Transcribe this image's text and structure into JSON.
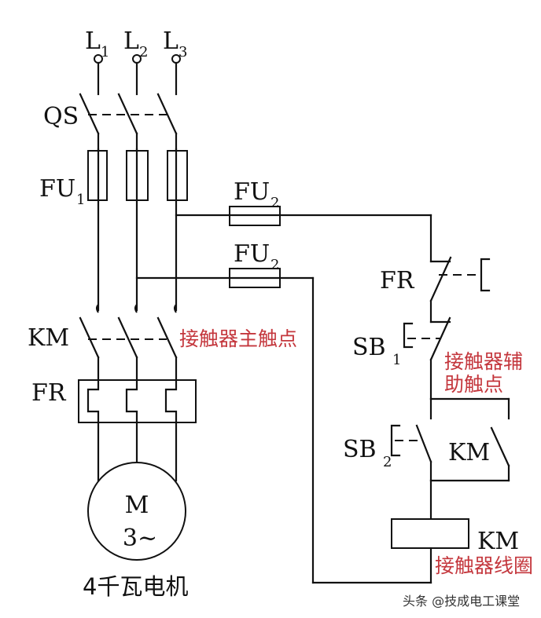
{
  "diagram": {
    "type": "motor-starter-control-circuit",
    "power_lines": [
      {
        "label": "L",
        "sub": "1"
      },
      {
        "label": "L",
        "sub": "2"
      },
      {
        "label": "L",
        "sub": "3"
      }
    ],
    "components": {
      "qs": {
        "label": "QS"
      },
      "fu1": {
        "label": "FU",
        "sub": "1"
      },
      "fu2_top": {
        "label": "FU",
        "sub": "2"
      },
      "fu2_bottom": {
        "label": "FU",
        "sub": "2"
      },
      "km_main": {
        "label": "KM"
      },
      "fr_main": {
        "label": "FR"
      },
      "motor": {
        "label": "M",
        "phase": "3~"
      },
      "fr_contact": {
        "label": "FR"
      },
      "sb1": {
        "label": "SB",
        "sub": "1"
      },
      "sb2": {
        "label": "SB",
        "sub": "2"
      },
      "km_aux": {
        "label": "KM"
      },
      "km_coil": {
        "label": "KM"
      }
    },
    "annotations": {
      "main_contacts": "接触器主触点",
      "aux_contacts_line1": "接触器辅",
      "aux_contacts_line2": "助触点",
      "coil": "接触器线圈",
      "motor_caption": "4千瓦电机"
    },
    "watermark": "头条 @技成电工课堂",
    "colors": {
      "line": "#111111",
      "annotation": "#c4373d",
      "background": "#ffffff"
    }
  }
}
